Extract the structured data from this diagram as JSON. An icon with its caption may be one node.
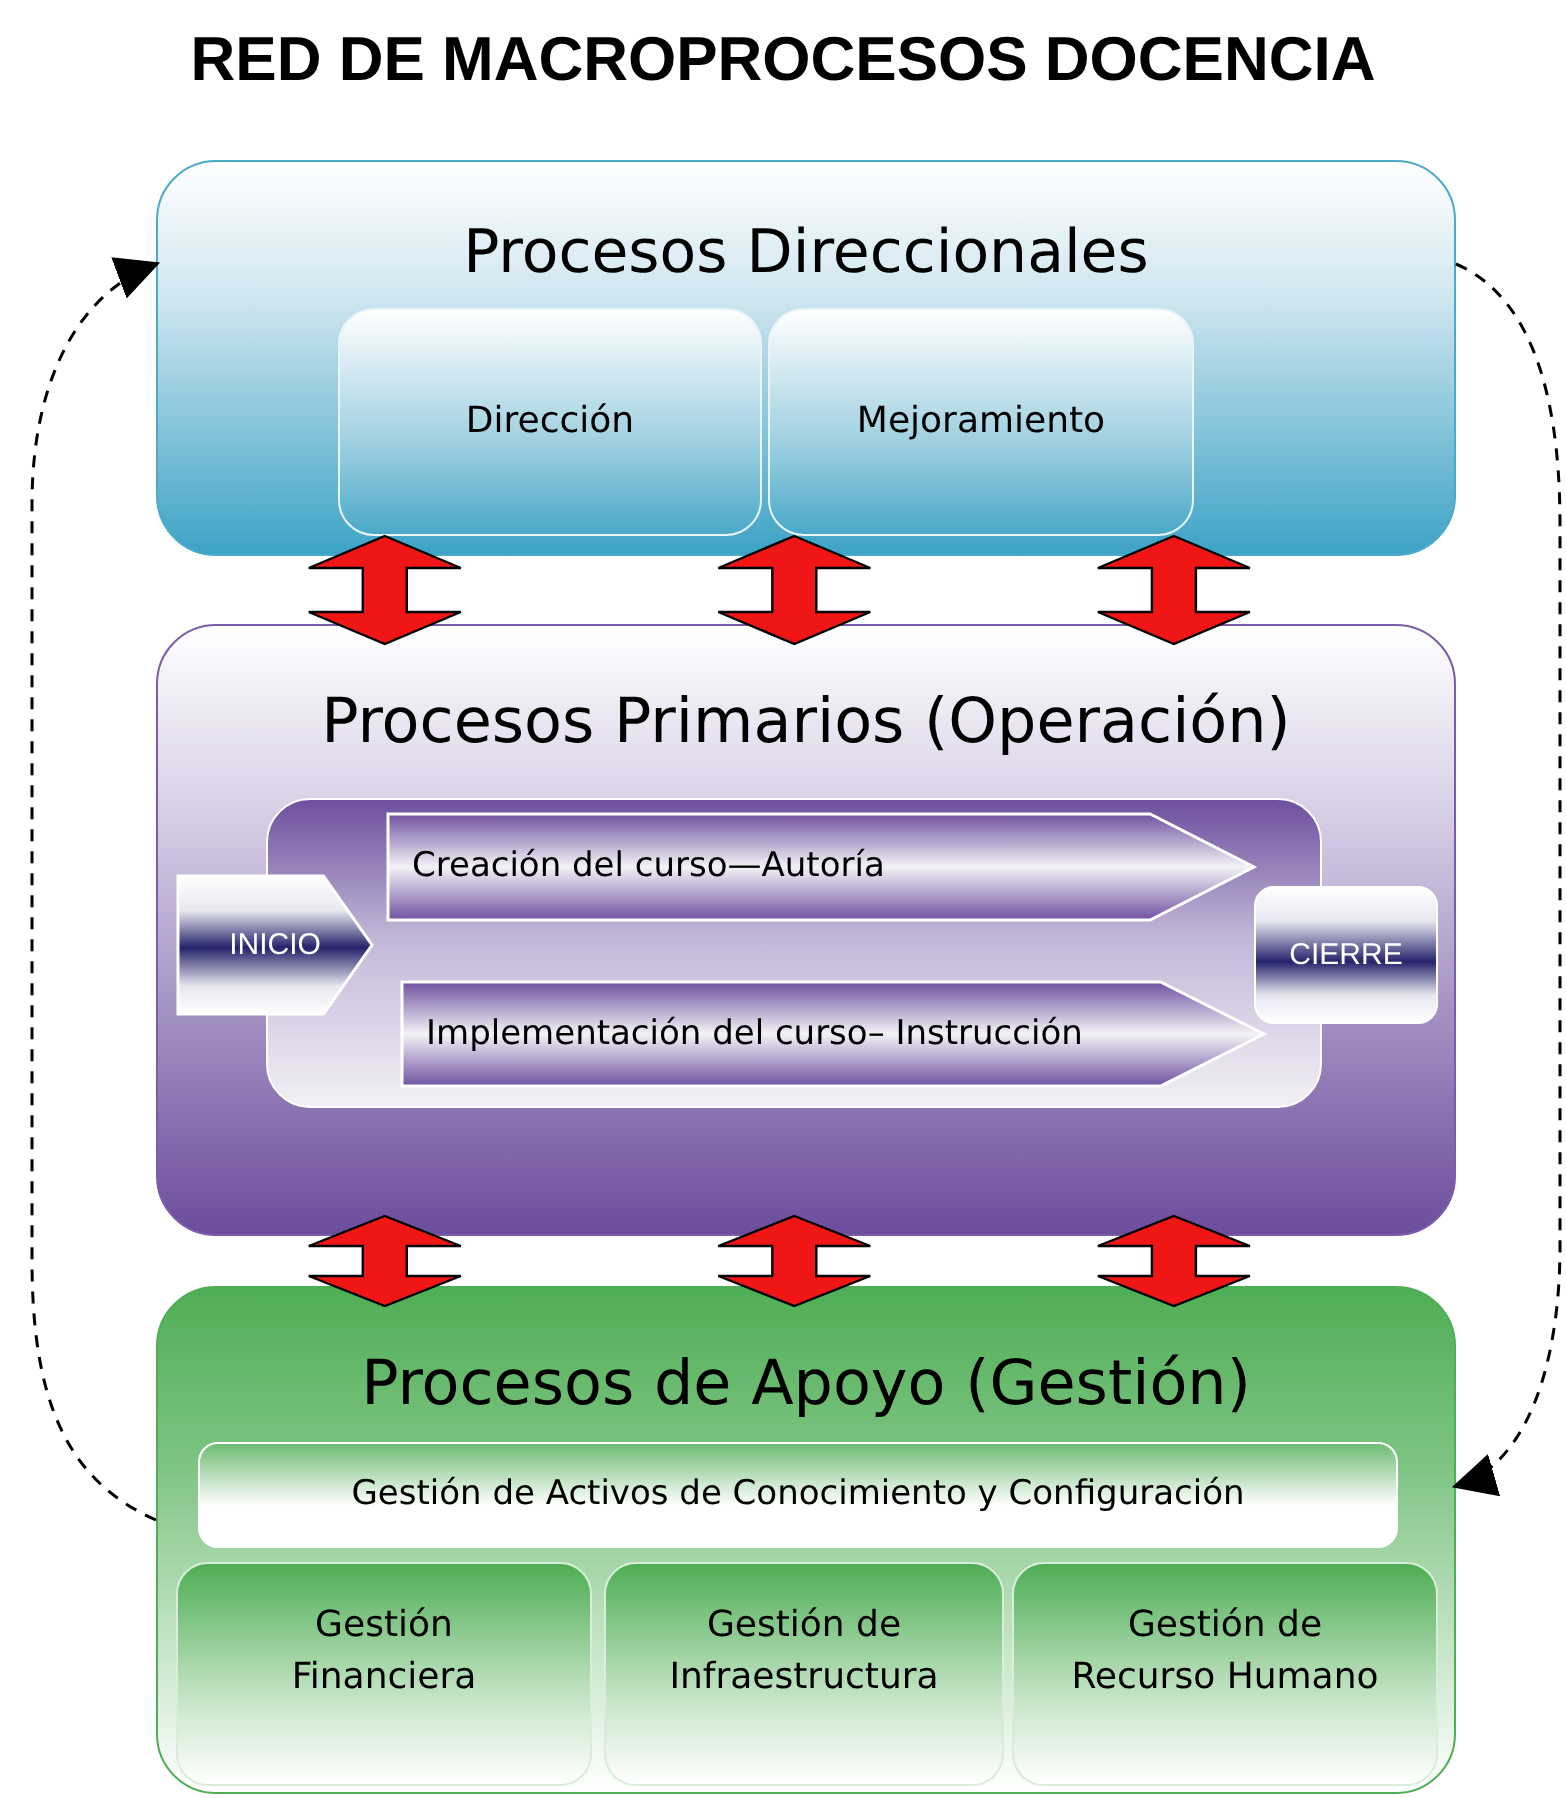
{
  "diagram": {
    "title": "RED DE MACROPROCESOS DOCENCIA",
    "nodes": [
      {
        "text": [
          "Procesos Direccionales"
        ]
      },
      {
        "text": [
          "Dirección"
        ],
        "in": 0
      },
      {
        "text": [
          "Mejoramiento"
        ],
        "in": 0
      },
      {
        "text": [
          "Procesos Primarios (Operación)"
        ]
      },
      {
        "text": [],
        "shape": "box",
        "in": 3
      },
      {
        "text": [
          "INICIO"
        ],
        "in": 3
      },
      {
        "text": [
          "Creación del curso—Autoría"
        ],
        "in": 4
      },
      {
        "text": [
          "Implementación del curso– Instrucción"
        ],
        "in": 4
      },
      {
        "text": [
          "CIERRE"
        ],
        "in": 3
      },
      {
        "text": [
          "Procesos de Apoyo (Gestión)"
        ]
      },
      {
        "text": [
          "Gestión de Activos de Conocimiento y Configuración"
        ],
        "in": 9
      },
      {
        "text": [
          "Gestión Financiera"
        ],
        "in": 9
      },
      {
        "text": [
          "Gestión de Infraestructura"
        ],
        "in": 9
      },
      {
        "text": [
          "Gestión de Recurso Humano"
        ],
        "in": 9
      }
    ],
    "edges": [
      {
        "from": 0,
        "to": 3,
        "arrow": "both"
      },
      {
        "from": 0,
        "to": 3,
        "arrow": "both"
      },
      {
        "from": 0,
        "to": 3,
        "arrow": "both"
      },
      {
        "from": 3,
        "to": 9,
        "arrow": "both"
      },
      {
        "from": 3,
        "to": 9,
        "arrow": "both"
      },
      {
        "from": 3,
        "to": 9,
        "arrow": "both"
      },
      {
        "from": 9,
        "to": 0,
        "arrow": "to",
        "style": "dashed",
        "color": "#000000"
      },
      {
        "from": 0,
        "to": 9,
        "arrow": "to",
        "style": "dashed",
        "color": "#000000"
      }
    ]
  }
}
